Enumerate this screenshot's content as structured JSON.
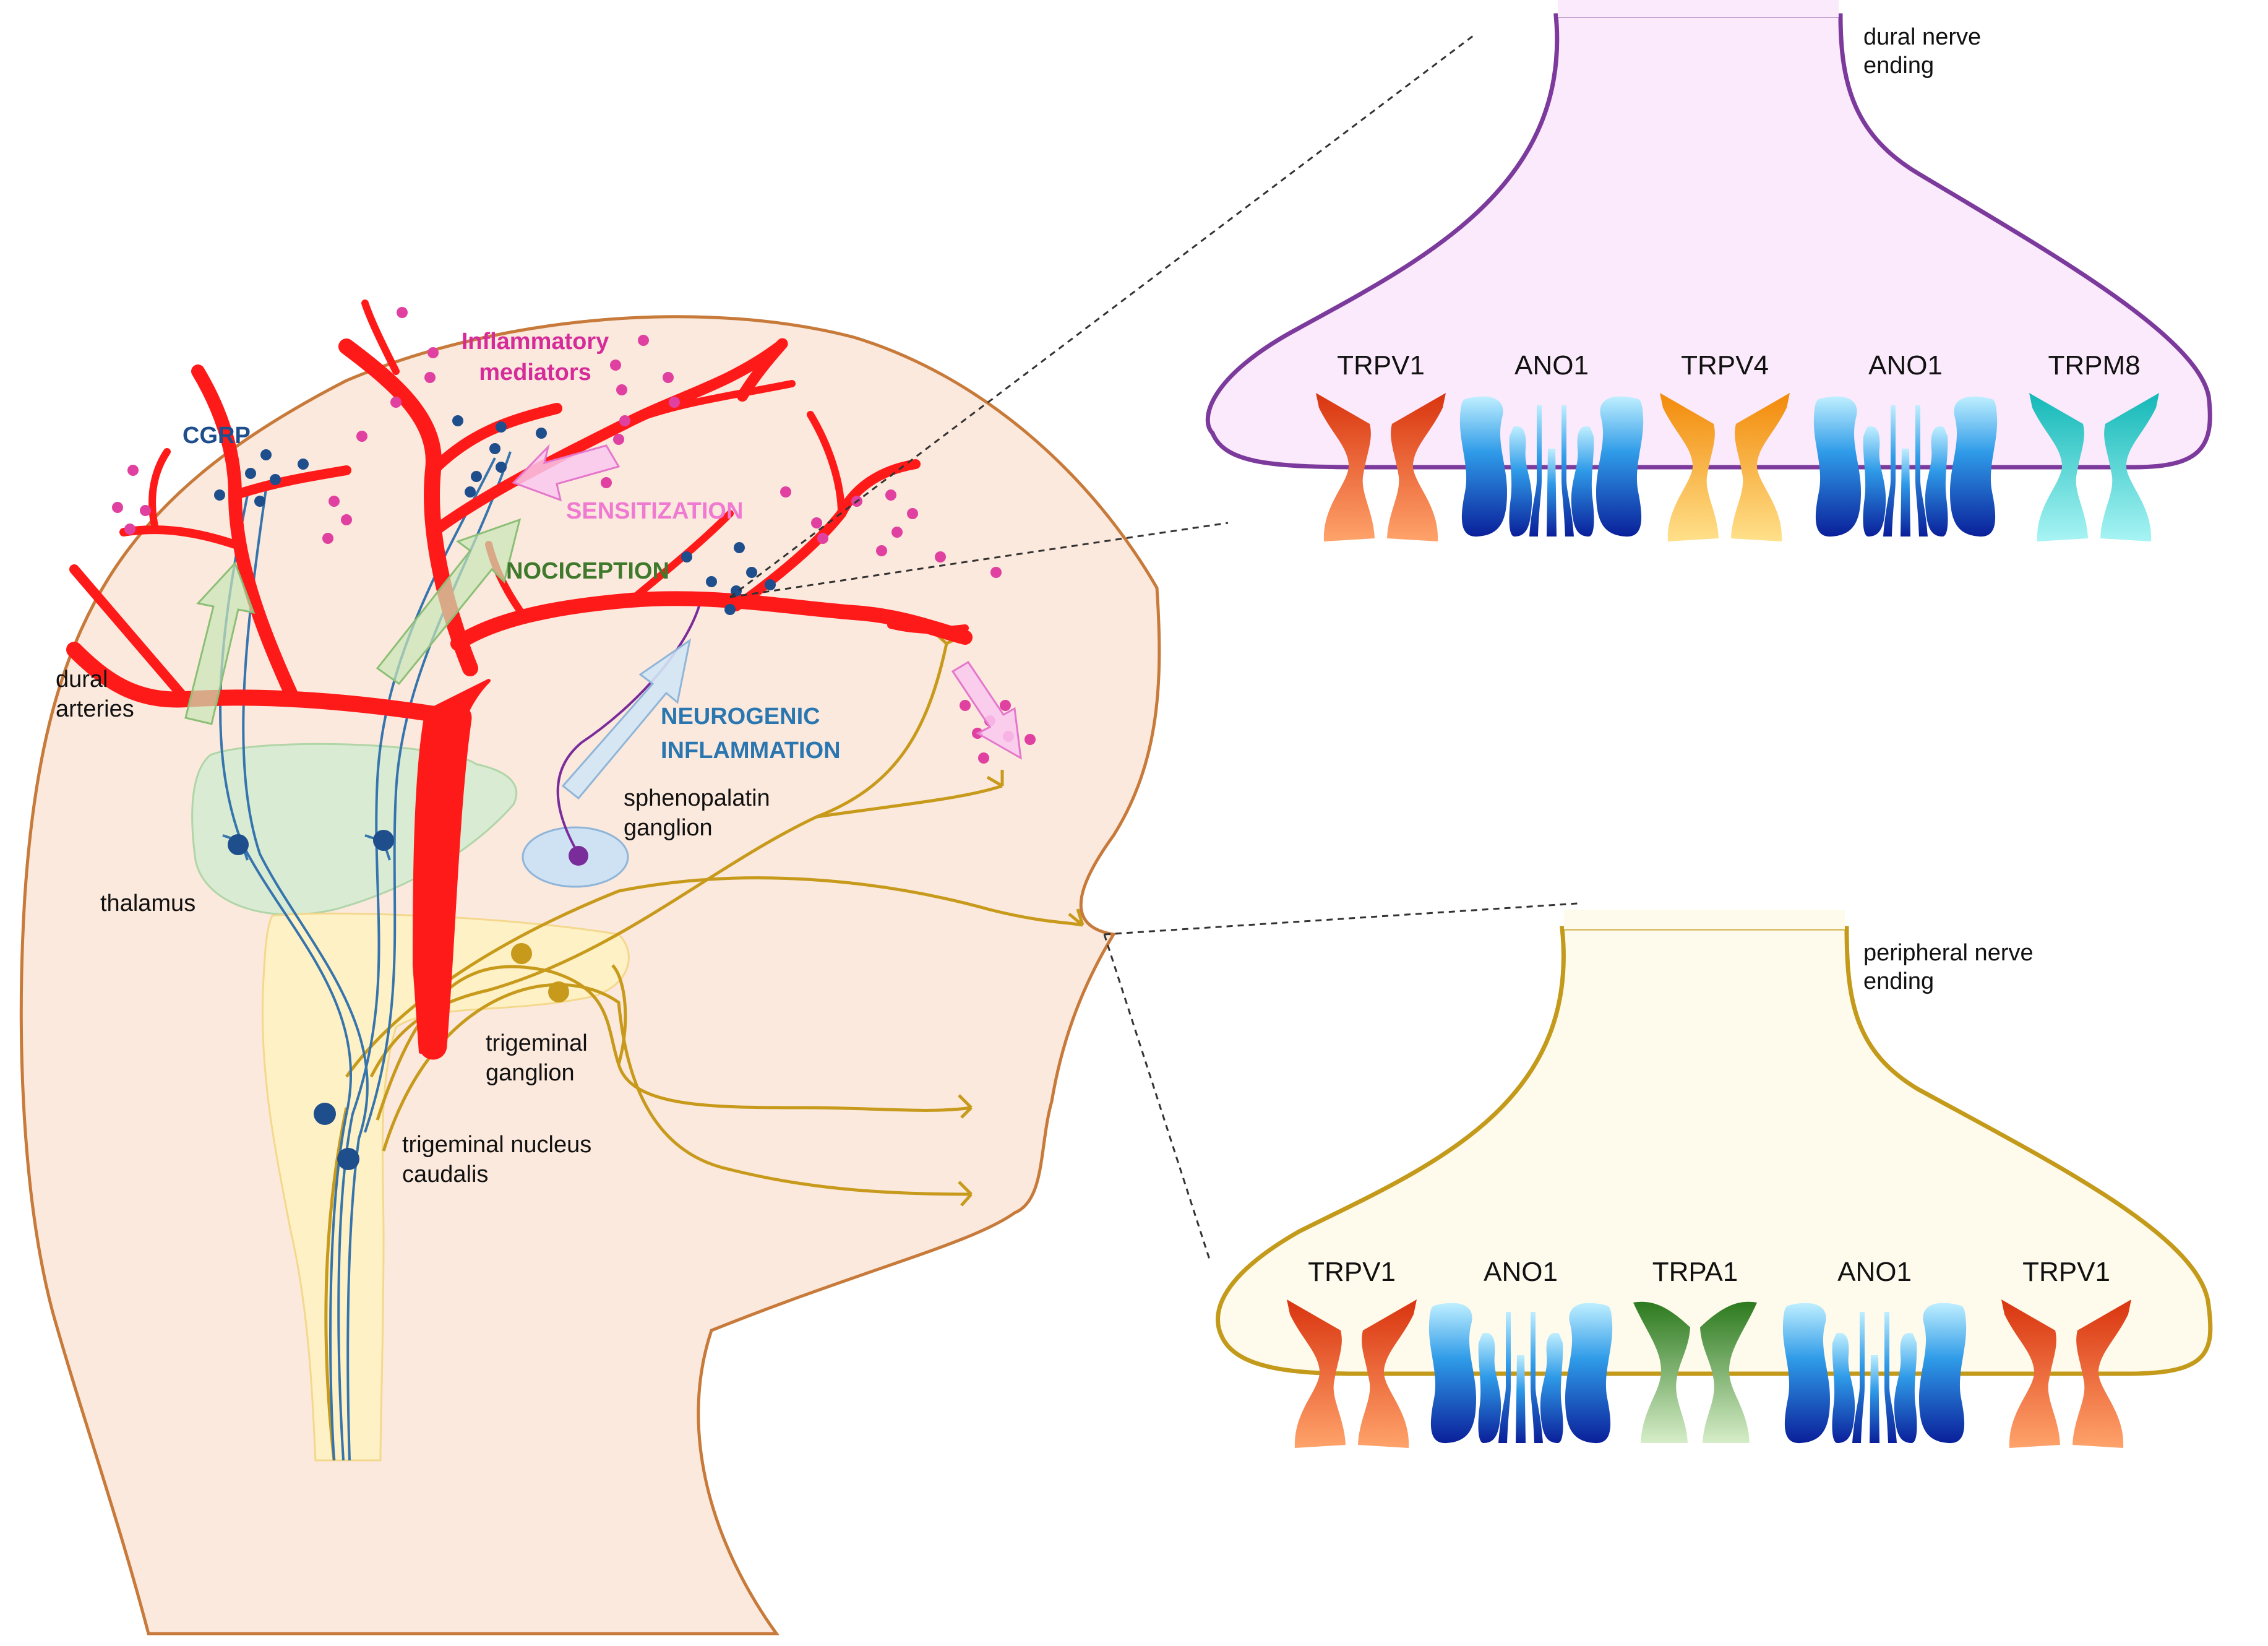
{
  "head": {
    "labels": {
      "inflammatory_1": "Inflammatory",
      "inflammatory_2": "mediators",
      "cgrp": "CGRP",
      "sensitization": "SENSITIZATION",
      "nociception": "NOCICEPTION",
      "neurogenic_1": "NEUROGENIC",
      "neurogenic_2": "INFLAMMATION",
      "dural_arteries_1": "dural",
      "dural_arteries_2": "arteries",
      "sphenopalatin_1": "sphenopalatin",
      "sphenopalatin_2": "ganglion",
      "thalamus": "thalamus",
      "trigeminal_ganglion_1": "trigeminal",
      "trigeminal_ganglion_2": "ganglion",
      "tnc_1": "trigeminal nucleus",
      "tnc_2": "caudalis"
    }
  },
  "dural_ending": {
    "title_1": "dural nerve",
    "title_2": "ending",
    "channels": [
      "TRPV1",
      "ANO1",
      "TRPV4",
      "ANO1",
      "TRPM8"
    ]
  },
  "peripheral_ending": {
    "title_1": "peripheral nerve",
    "title_2": "ending",
    "channels": [
      "TRPV1",
      "ANO1",
      "TRPA1",
      "ANO1",
      "TRPV1"
    ]
  },
  "colors": {
    "skin_fill": "#fce9dd",
    "skin_stroke": "#c77a3a",
    "artery": "#ff1a1a",
    "cgrp_dot": "#1f4e8c",
    "mediator_dot": "#e0409f",
    "trigeminal_nerve": "#c79a1c",
    "sphenopalatine_nerve": "#7a2c9a",
    "dural_membrane": "#7b3a9c",
    "dural_fill": "#fbeafb",
    "peripheral_membrane": "#c49a1a",
    "peripheral_fill": "#fefaec",
    "inflammatory_text": "#d62c9a",
    "cgrp_text": "#1f4e8c",
    "sensitization_text": "#f07ad2",
    "nociception_text": "#3f7a2c",
    "neurogenic_text": "#2a76b0"
  }
}
